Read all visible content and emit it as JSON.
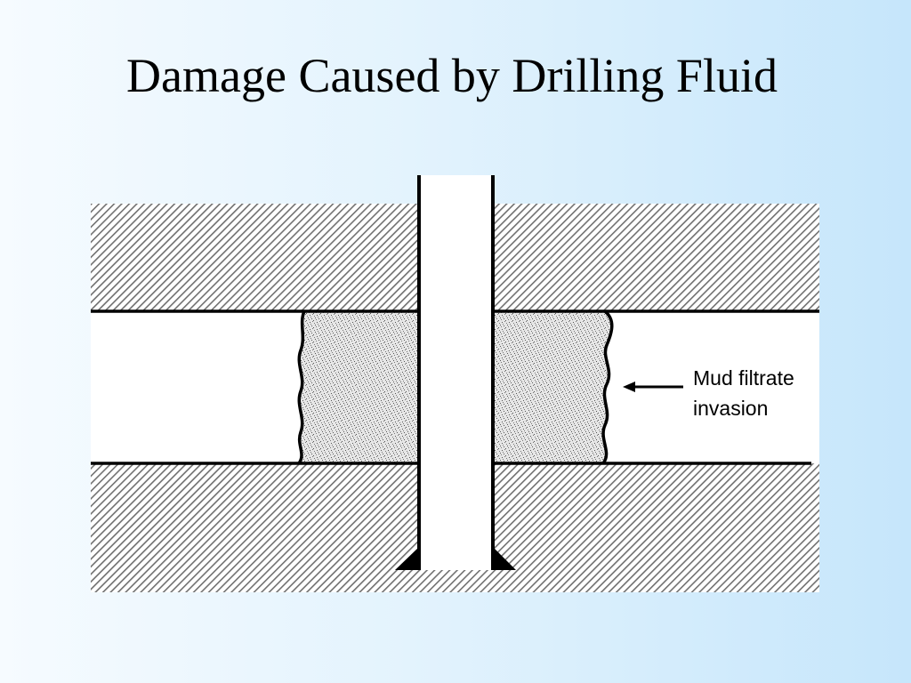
{
  "slide": {
    "title": "Damage Caused by Drilling Fluid"
  },
  "diagram": {
    "callout": {
      "line1": "Mud filtrate",
      "line2": "invasion"
    },
    "colors": {
      "hatch_background": "#ffffff",
      "hatch_line": "#707070",
      "invaded_zone": "#e6e6e6",
      "invaded_speckle": "#555555",
      "stroke": "#000000",
      "wellbore": "#ffffff",
      "reservoir": "#ffffff"
    }
  }
}
